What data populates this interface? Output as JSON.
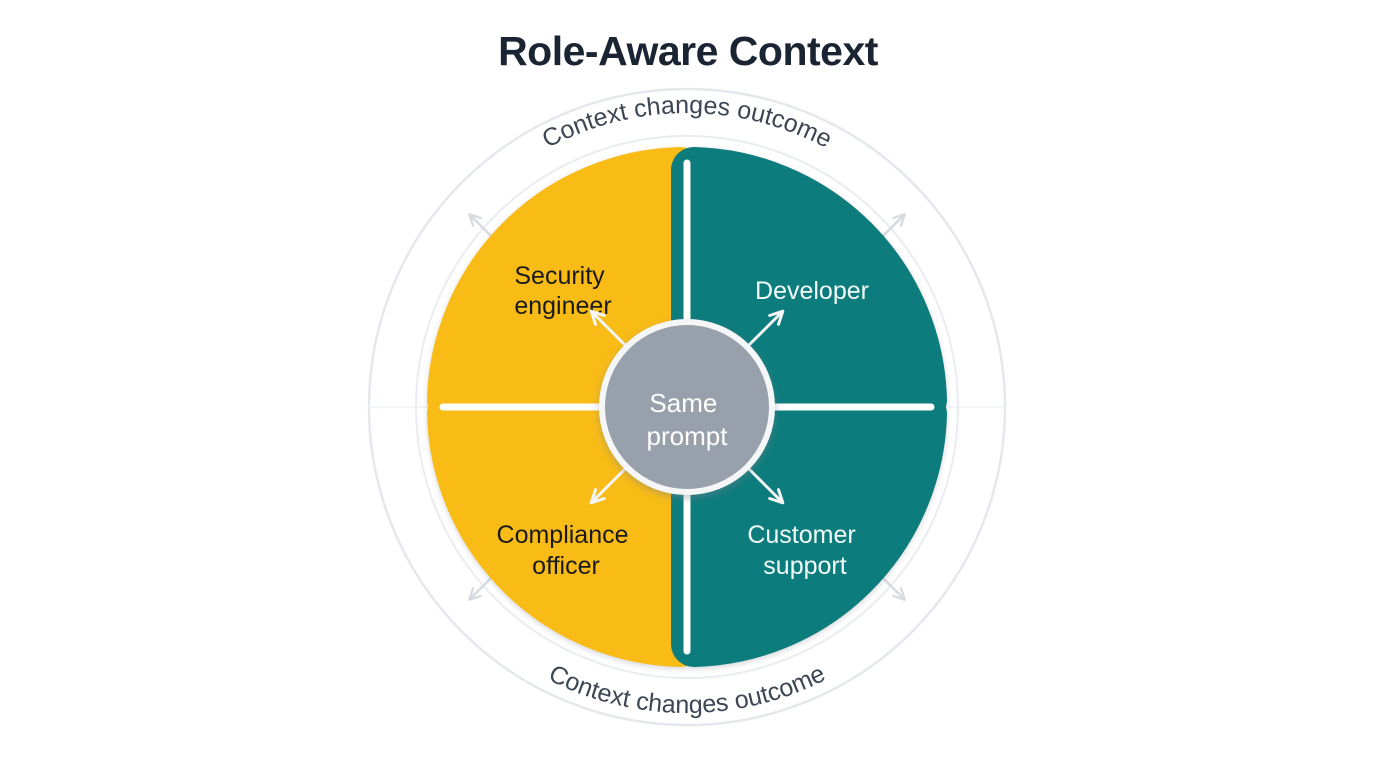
{
  "page": {
    "title": "Role-Aware Context",
    "background_color": "#ffffff"
  },
  "colors": {
    "title_color": "#1b2433",
    "amber": "#f9bc15",
    "teal": "#0f7c7b",
    "hub_gray": "#98a0ab",
    "ring_gray": "#e2e5e9",
    "arrow_gray": "#d9dde2",
    "dark_text": "#1a1a1a",
    "light_text": "#f2fbfa",
    "arc_text": "#3d4654"
  },
  "diagram": {
    "type": "radial-quadrant-wheel",
    "hub": {
      "label_line1": "Same",
      "label_line2": "prompt"
    },
    "quadrants": [
      {
        "id": "top-left",
        "label_line1": "Security",
        "label_line2": "engineer",
        "color": "#f9bc15",
        "text_color": "#1a1a1a"
      },
      {
        "id": "top-right",
        "label_line1": "Developer",
        "label_line2": "",
        "color": "#0f7c7b",
        "text_color": "#f2fbfa"
      },
      {
        "id": "bottom-left",
        "label_line1": "Compliance",
        "label_line2": "officer",
        "color": "#f9bc15",
        "text_color": "#1a1a1a"
      },
      {
        "id": "bottom-right",
        "label_line1": "Customer",
        "label_line2": "support",
        "color": "#0f7c7b",
        "text_color": "#f2fbfa"
      }
    ],
    "arc_captions": {
      "top": "Context changes outcome",
      "bottom": "Context changes outcome"
    },
    "outward_arrows": 4,
    "hub_arrows": 4
  }
}
